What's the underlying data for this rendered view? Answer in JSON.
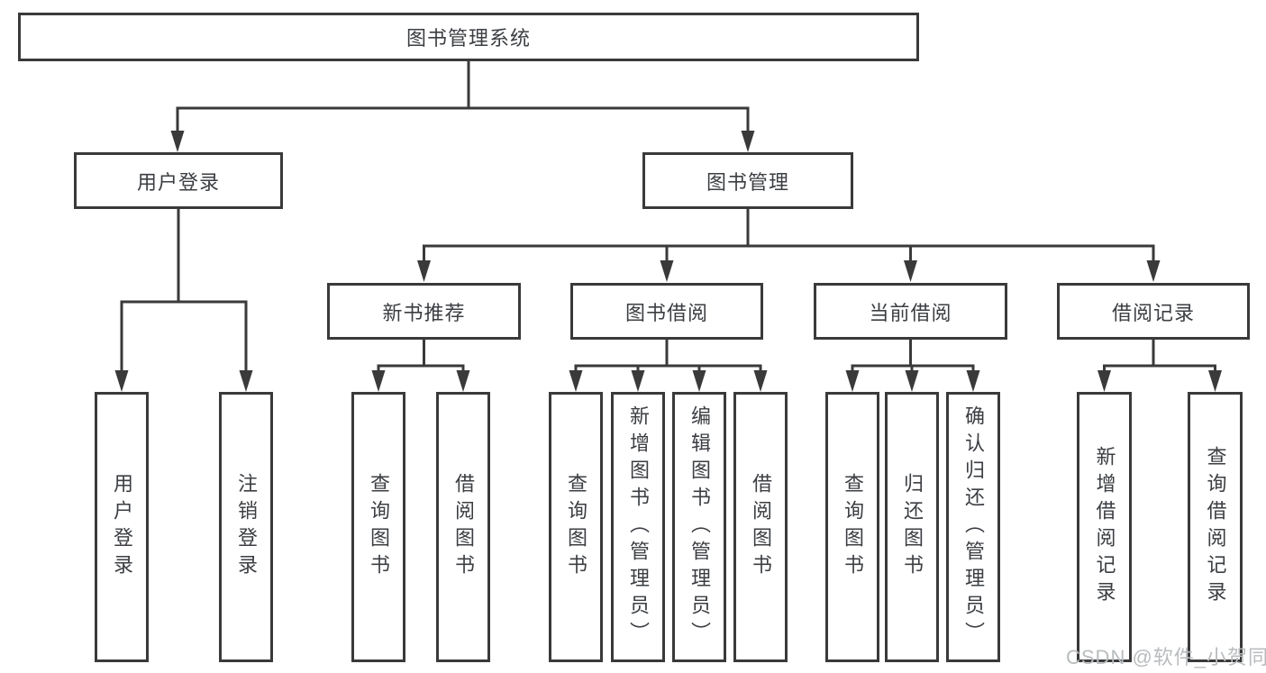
{
  "nodes": {
    "root": {
      "label": "图书管理系统"
    },
    "user_login": {
      "label": "用户登录"
    },
    "book_mgmt": {
      "label": "图书管理"
    },
    "new_book_rec": {
      "label": "新书推荐"
    },
    "book_borrow": {
      "label": "图书借阅"
    },
    "current_borrow": {
      "label": "当前借阅"
    },
    "borrow_records": {
      "label": "借阅记录"
    },
    "ul_login": {
      "label": "用户登录"
    },
    "ul_logout": {
      "label": "注销登录"
    },
    "nb_query": {
      "label": "查询图书"
    },
    "nb_borrow": {
      "label": "借阅图书"
    },
    "bb_query": {
      "label": "查询图书"
    },
    "bb_add": {
      "label": "新增图书（管理员）"
    },
    "bb_edit": {
      "label": "编辑图书（管理员）"
    },
    "bb_borrow": {
      "label": "借阅图书"
    },
    "cb_query": {
      "label": "查询图书"
    },
    "cb_return": {
      "label": "归还图书"
    },
    "cb_confirm": {
      "label": "确认归还（管理员）"
    },
    "br_add": {
      "label": "新增借阅记录"
    },
    "br_query": {
      "label": "查询借阅记录"
    }
  },
  "edges": [
    {
      "from": "root",
      "to": "user_login"
    },
    {
      "from": "root",
      "to": "book_mgmt"
    },
    {
      "from": "user_login",
      "to": "ul_login"
    },
    {
      "from": "user_login",
      "to": "ul_logout"
    },
    {
      "from": "book_mgmt",
      "to": "new_book_rec"
    },
    {
      "from": "book_mgmt",
      "to": "book_borrow"
    },
    {
      "from": "book_mgmt",
      "to": "current_borrow"
    },
    {
      "from": "book_mgmt",
      "to": "borrow_records"
    },
    {
      "from": "new_book_rec",
      "to": "nb_query"
    },
    {
      "from": "new_book_rec",
      "to": "nb_borrow"
    },
    {
      "from": "book_borrow",
      "to": "bb_query"
    },
    {
      "from": "book_borrow",
      "to": "bb_add"
    },
    {
      "from": "book_borrow",
      "to": "bb_edit"
    },
    {
      "from": "book_borrow",
      "to": "bb_borrow"
    },
    {
      "from": "current_borrow",
      "to": "cb_query"
    },
    {
      "from": "current_borrow",
      "to": "cb_return"
    },
    {
      "from": "current_borrow",
      "to": "cb_confirm"
    },
    {
      "from": "borrow_records",
      "to": "br_add"
    },
    {
      "from": "borrow_records",
      "to": "br_query"
    }
  ],
  "watermark": {
    "text": "CSDN @软件_小贺同学"
  },
  "colors": {
    "line": "#3a3a3a",
    "text": "#3b3e42",
    "watermark": "#b9bcbe",
    "background": "#ffffff"
  }
}
